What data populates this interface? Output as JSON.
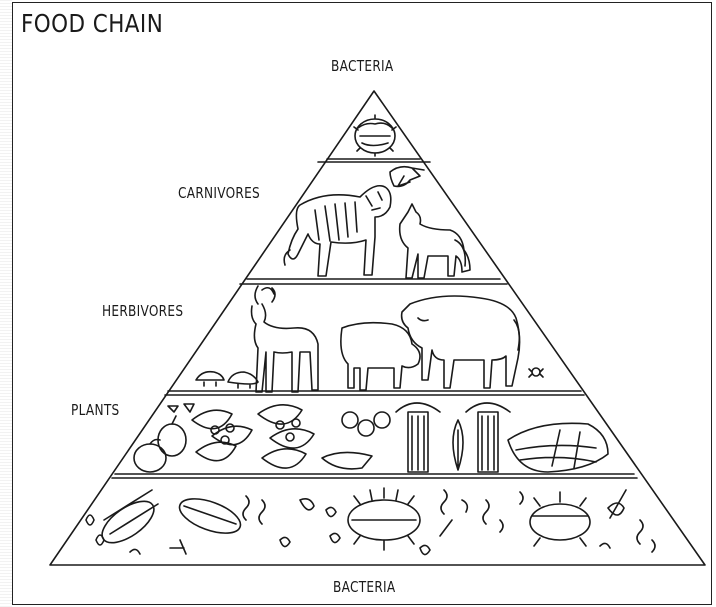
{
  "title": "FOOD CHAIN",
  "levels": {
    "top": "BACTERIA",
    "carnivores": "CARNIVORES",
    "herbivores": "HERBIVORES",
    "plants": "PLANTS",
    "bottom": "BACTERIA"
  },
  "colors": {
    "ink": "#1a1a1a",
    "background": "#ffffff"
  }
}
